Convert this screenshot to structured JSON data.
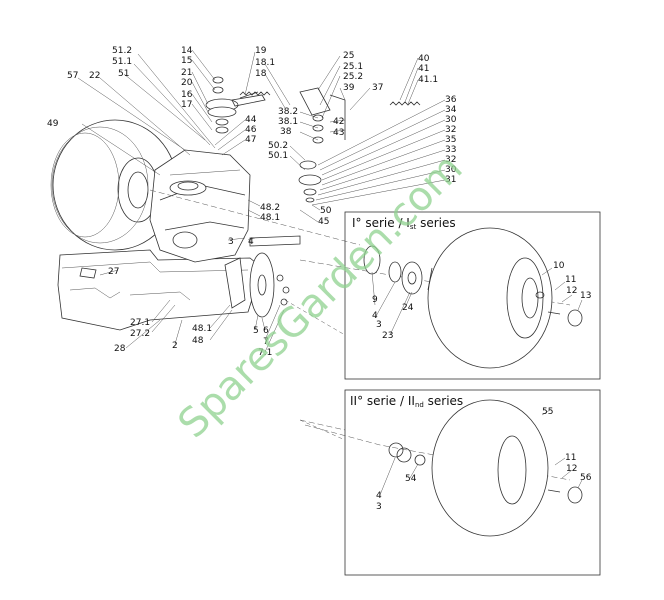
{
  "series_one_title": {
    "pre": "I° serie / I",
    "sub": "st",
    "post": " series"
  },
  "series_two_title": {
    "pre": "II° serie / II",
    "sub": "nd",
    "post": " series"
  },
  "watermark": "SparesGarden.com",
  "watermark_color": "#8fd28f",
  "labels": {
    "l14": "14",
    "l15": "15",
    "l21": "21",
    "l20": "20",
    "l16": "16",
    "l17": "17",
    "l19": "19",
    "l18_1": "18.1",
    "l18": "18",
    "l51_2": "51.2",
    "l51_1": "51.1",
    "l51": "51",
    "l57": "57",
    "l22": "22",
    "l49": "49",
    "l44": "44",
    "l46": "46",
    "l47": "47",
    "l25": "25",
    "l25_1": "25.1",
    "l25_2": "25.2",
    "l39": "39",
    "l37": "37",
    "l40": "40",
    "l41": "41",
    "l41_1": "41.1",
    "l38_2": "38.2",
    "l38_1": "38.1",
    "l38": "38",
    "l42": "42",
    "l43": "43",
    "l36": "36",
    "l34": "34",
    "l30a": "30",
    "l32a": "32",
    "l35": "35",
    "l33": "33",
    "l32b": "32",
    "l30b": "30",
    "l31": "31",
    "l50_2": "50.2",
    "l50_1": "50.1",
    "l50": "50",
    "l45": "45",
    "l48_2": "48.2",
    "l48_1a": "48.1",
    "l3a": "3",
    "l4a": "4",
    "l27": "27",
    "l27_1": "27.1",
    "l27_2": "27.2",
    "l28": "28",
    "l2": "2",
    "l48_1b": "48.1",
    "l48": "48",
    "l5": "5",
    "l6": "6",
    "l7": "7",
    "l7_1": "7.1",
    "l10": "10",
    "l11a": "11",
    "l12a": "12",
    "l13": "13",
    "l9": "9",
    "l24": "24",
    "l4b": "4",
    "l3b": "3",
    "l23": "23",
    "l55": "55",
    "l11b": "11",
    "l12b": "12",
    "l56": "56",
    "l54": "54",
    "l4c": "4",
    "l3c": "3"
  }
}
